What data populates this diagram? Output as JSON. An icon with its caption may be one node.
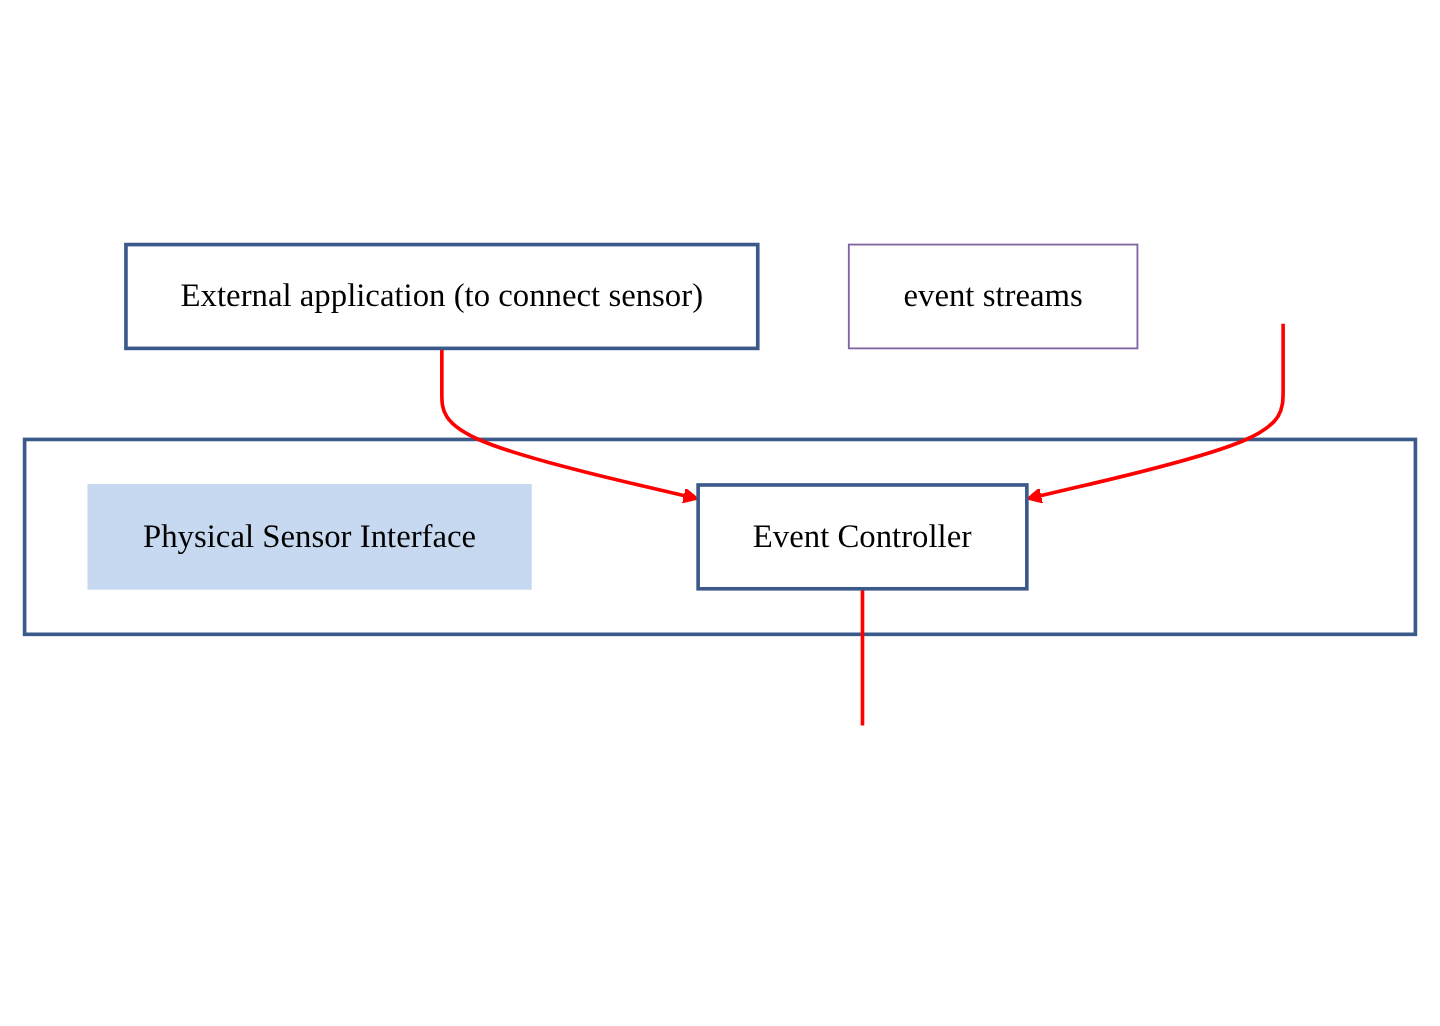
{
  "diagram": {
    "nodes": [
      {
        "text": [
          "External application (to connect sensor)"
        ]
      },
      {
        "text": [
          "event streams"
        ]
      },
      {
        "text": [],
        "shape": "box"
      },
      {
        "text": [
          "Physical Sensor Interface"
        ],
        "in": 2
      },
      {
        "text": [
          "Event Controller"
        ],
        "in": 2
      }
    ],
    "edges": [
      {
        "from": 0,
        "to": 4,
        "arrow": "to"
      },
      {
        "from": null,
        "to": 4,
        "arrow": "to"
      },
      {
        "from": 4,
        "to": null,
        "arrow": "none"
      }
    ]
  }
}
